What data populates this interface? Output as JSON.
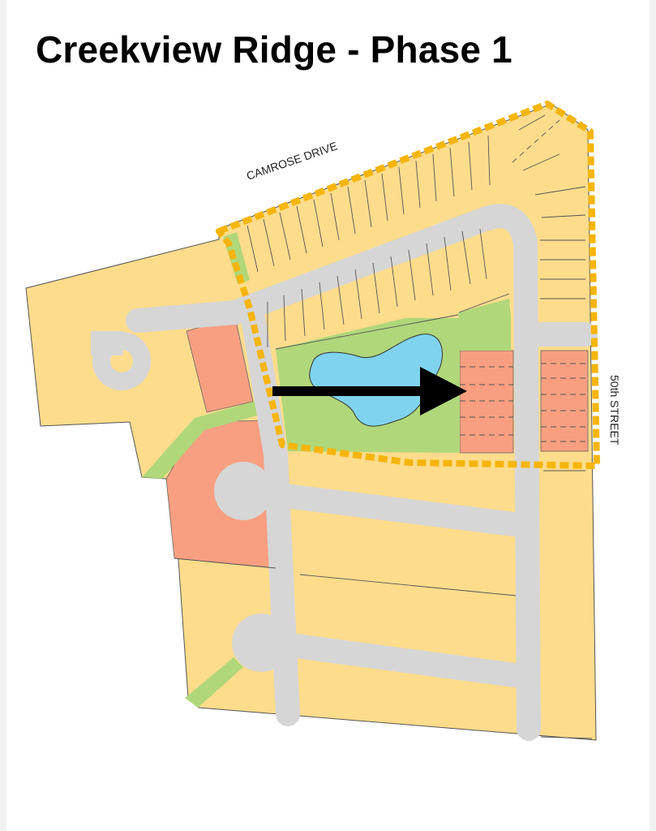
{
  "title": "Creekview Ridge - Phase 1",
  "labels": {
    "north_road": "CAMROSE DRIVE",
    "east_road": "50th STREET"
  },
  "colors": {
    "residential_lot": "#fddc8c",
    "multi_family": "#f79f80",
    "green_space": "#b0d77a",
    "pond": "#7fd3ee",
    "road": "#d6d6d6",
    "phase_boundary": "#f5b50c",
    "arrow": "#000000"
  }
}
